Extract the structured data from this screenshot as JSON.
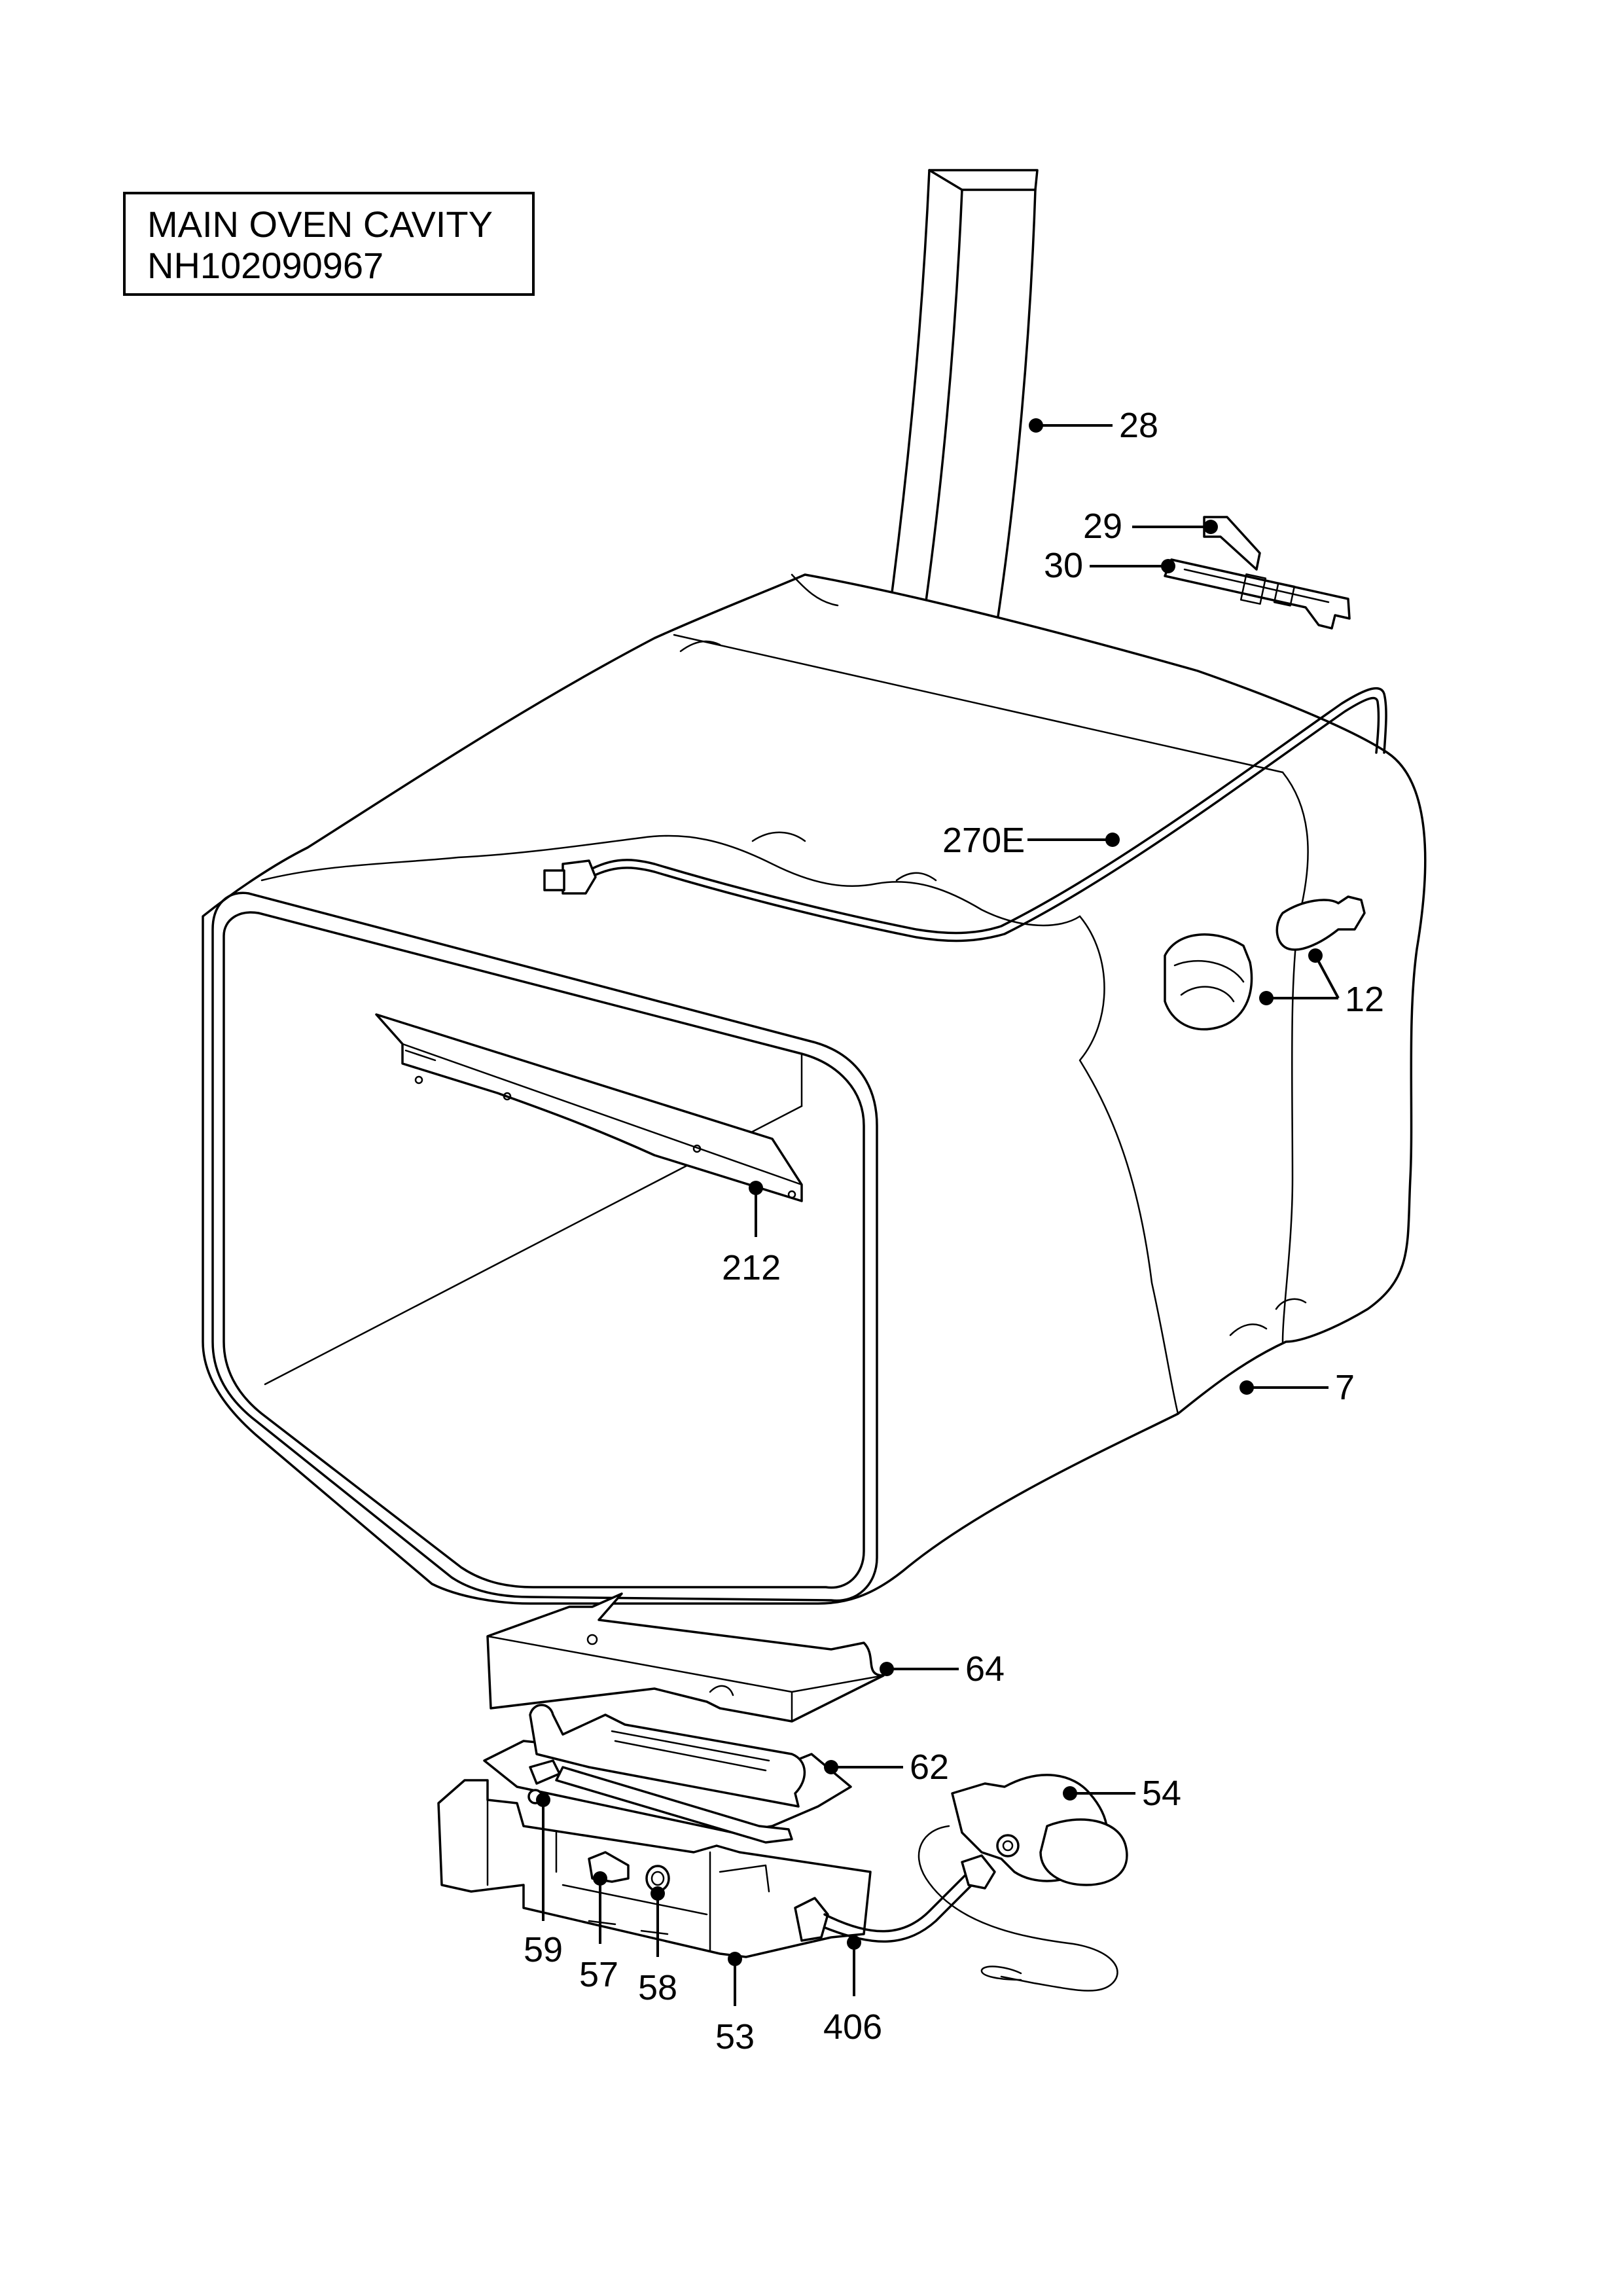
{
  "title_box": {
    "line1": "MAIN OVEN CAVITY",
    "line2": "NH102090967"
  },
  "parts": [
    {
      "id": "28",
      "label": "28"
    },
    {
      "id": "29",
      "label": "29"
    },
    {
      "id": "30",
      "label": "30"
    },
    {
      "id": "270E",
      "label": "270E"
    },
    {
      "id": "12",
      "label": "12"
    },
    {
      "id": "212",
      "label": "212"
    },
    {
      "id": "7",
      "label": "7"
    },
    {
      "id": "64",
      "label": "64"
    },
    {
      "id": "62",
      "label": "62"
    },
    {
      "id": "54",
      "label": "54"
    },
    {
      "id": "59",
      "label": "59"
    },
    {
      "id": "57",
      "label": "57"
    },
    {
      "id": "58",
      "label": "58"
    },
    {
      "id": "53",
      "label": "53"
    },
    {
      "id": "406",
      "label": "406"
    }
  ]
}
